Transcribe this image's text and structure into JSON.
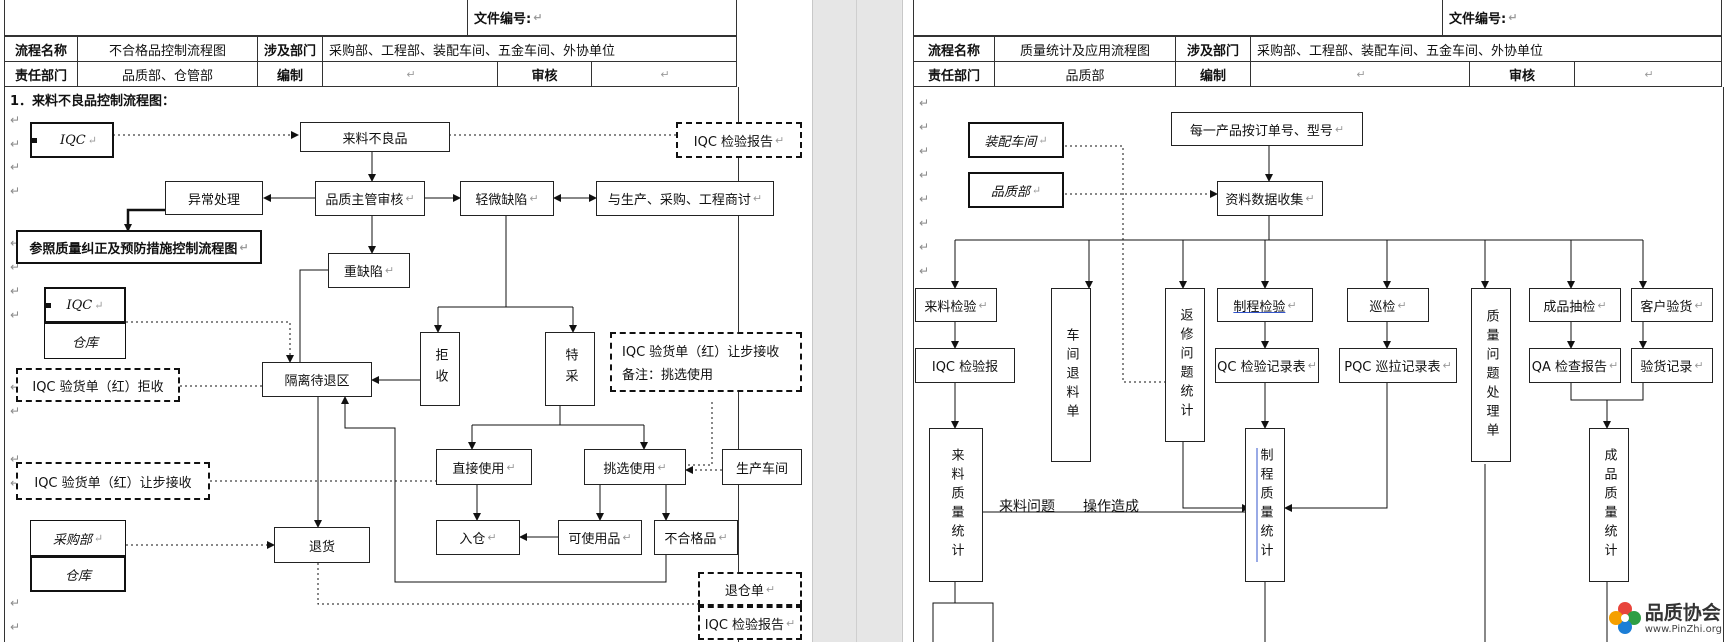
{
  "para_mark": "↵",
  "left": {
    "header": {
      "doc_no_label": "文件编号:",
      "process_name_label": "流程名称",
      "process_name": "不合格品控制流程图",
      "depts_label": "涉及部门",
      "depts": "采购部、工程部、装配车间、五金车间、外协单位",
      "resp_label": "责任部门",
      "resp": "品质部、仓管部",
      "compile_label": "编制",
      "review_label": "审核"
    },
    "section_title": "1．来料不良品控制流程图：",
    "boxes": {
      "iqc_top": "IQC",
      "incoming_defect": "来料不良品",
      "iqc_report_top": "IQC 检验报告",
      "exception": "异常处理",
      "qa_supervisor_review": "品质主管审核",
      "minor_defect": "轻微缺陷",
      "negotiate": "与生产、采购、工程商讨",
      "corrective_ref": "参照质量纠正及预防措施控制流程图",
      "major_defect": "重缺陷",
      "iqc_mid": "IQC",
      "warehouse_mid": "仓库",
      "reject": "拒收",
      "special_use": "特采",
      "concession_note_line1": "IQC 验货单（红）让步接收",
      "concession_note_line2": "备注：挑选使用",
      "iqc_reject_slip": "IQC 验货单（红）拒收",
      "isolation_zone": "隔离待退区",
      "direct_use": "直接使用",
      "sort_use": "挑选使用",
      "production_workshop": "生产车间",
      "iqc_concession_slip": "IQC 验货单（红）让步接收",
      "warehouse_in": "入仓",
      "usable": "可使用品",
      "nonconforming": "不合格品",
      "purchasing": "采购部",
      "warehouse_bottom": "仓库",
      "return_goods": "退货",
      "return_slip": "退仓单",
      "iqc_report_bottom": "IQC 检验报告"
    }
  },
  "right": {
    "header": {
      "doc_no_label": "文件编号:",
      "process_name_label": "流程名称",
      "process_name": "质量统计及应用流程图",
      "depts_label": "涉及部门",
      "depts": "采购部、工程部、装配车间、五金车间、外协单位",
      "resp_label": "责任部门",
      "resp": "品质部",
      "compile_label": "编制",
      "review_label": "审核"
    },
    "boxes": {
      "assembly_workshop": "装配车间",
      "quality_dept": "品质部",
      "order_model": "每一产品按订单号、型号",
      "data_collection": "资料数据收集",
      "incoming_inspection": "来料检验",
      "workshop_return_slip": "车间退料单",
      "rework_stats": "返修问题统计",
      "process_inspection": "制程检验",
      "patrol_inspection": "巡检",
      "quality_issue_slip": "质量问题处理单",
      "finished_sampling": "成品抽检",
      "customer_inspection": "客户验货",
      "iqc_report": "IQC  检验报",
      "qc_record": "QC 检验记录表",
      "pqc_record": "PQC 巡拉记录表",
      "qa_report": "QA 检查报告",
      "inspection_record": "验货记录",
      "incoming_quality_stats": "来料质量统计",
      "process_quality_stats": "制程质量统计",
      "finished_quality_stats": "成品质量统计"
    },
    "labels": {
      "incoming_problem": "来料问题",
      "operation_caused": "操作造成"
    }
  },
  "logo": {
    "name": "品质协会",
    "url": "www.PinZhi.org"
  }
}
